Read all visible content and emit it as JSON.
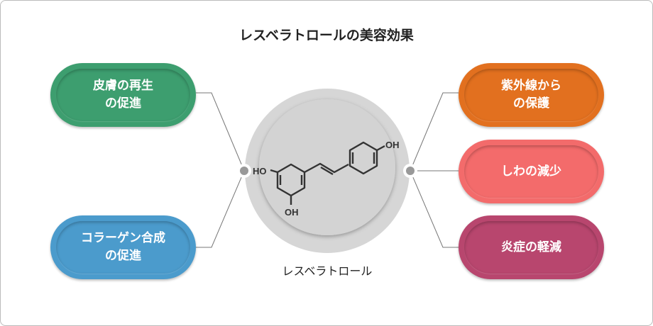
{
  "title": "レスベラトロールの美容効果",
  "center": {
    "label": "レスベラトロール",
    "molecule_labels": {
      "ho_left": "HO",
      "oh_bottom": "OH",
      "oh_right": "OH"
    }
  },
  "benefits": [
    {
      "label": "皮膚の再生\nの促進",
      "color": "#3d9e6f"
    },
    {
      "label": "コラーゲン合成\nの促進",
      "color": "#4b9bcc"
    },
    {
      "label": "紫外線から\nの保護",
      "color": "#e2701f"
    },
    {
      "label": "しわの減少",
      "color": "#f36b6b"
    },
    {
      "label": "炎症の軽減",
      "color": "#b8466e"
    }
  ]
}
